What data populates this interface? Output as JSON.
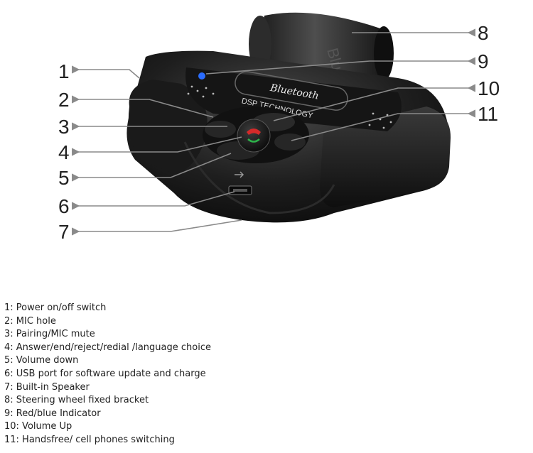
{
  "device": {
    "brand_label": "Bluetooth",
    "tech_label": "DSP TECHNOLOGY",
    "bracket_text": "Blue"
  },
  "callouts": [
    {
      "number": "1"
    },
    {
      "number": "2"
    },
    {
      "number": "3"
    },
    {
      "number": "4"
    },
    {
      "number": "5"
    },
    {
      "number": "6"
    },
    {
      "number": "7"
    },
    {
      "number": "8"
    },
    {
      "number": "9"
    },
    {
      "number": "10"
    },
    {
      "number": "11"
    }
  ],
  "legend": [
    "1: Power on/off switch",
    "2: MIC hole",
    "3: Pairing/MIC mute",
    "4: Answer/end/reject/redial /language choice",
    "5: Volume down",
    "6: USB port for software update and charge",
    "7: Built-in Speaker",
    "8: Steering wheel fixed bracket",
    "9: Red/blue Indicator",
    "10: Volume Up",
    "11: Handsfree/ cell phones switching"
  ],
  "colors": {
    "device_body": "#1b1b1b",
    "arrow": "#8a8a8a",
    "call_button": "#d42a2a",
    "indicator": "#2a6cff"
  }
}
